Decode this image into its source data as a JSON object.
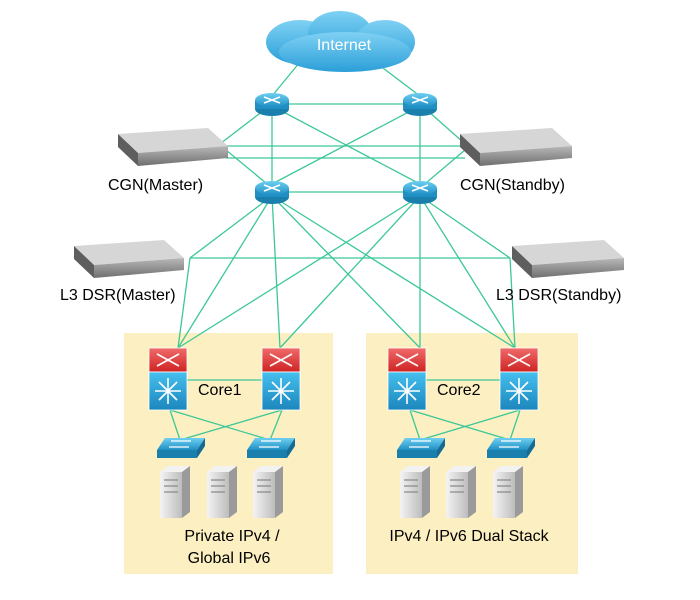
{
  "cloud": {
    "label": "Internet"
  },
  "cgn": {
    "master_label": "CGN(Master)",
    "standby_label": "CGN(Standby)"
  },
  "dsr": {
    "master_label": "L3 DSR(Master)",
    "standby_label": "L3 DSR(Standby)"
  },
  "zones": {
    "left": {
      "core_label": "Core1",
      "caption_line1": "Private IPv4 /",
      "caption_line2": "Global IPv6"
    },
    "right": {
      "core_label": "Core2",
      "caption_line1": "IPv4 / IPv6 Dual Stack"
    }
  },
  "colors": {
    "link": "#3cc896",
    "zone_fill": "#fcefc2",
    "router": "#2aa2d4",
    "core_top": "#e23b3b",
    "core_bottom": "#2aa8d8",
    "cloud": "#3eb1e5",
    "appliance": "#8c8c8c",
    "server": "#e6e6e6"
  }
}
